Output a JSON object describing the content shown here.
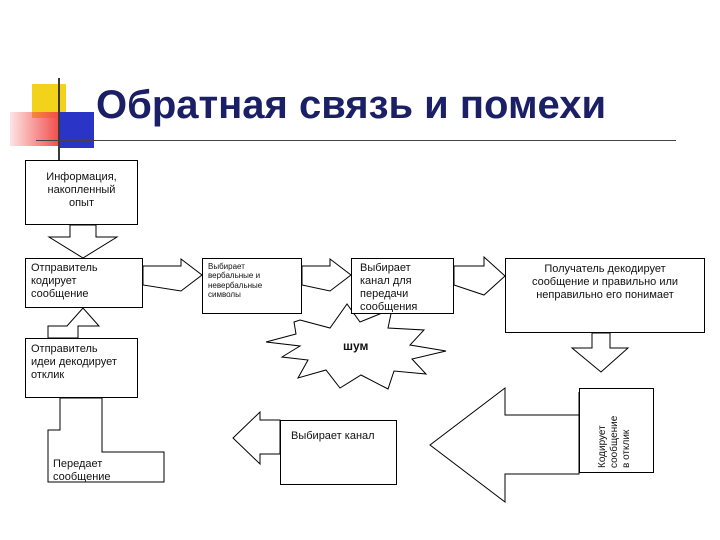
{
  "title": "Обратная связь и помехи",
  "nodes": {
    "info": "Информация,\nнакопленный\nопыт",
    "sender_encodes": "Отправитель\nкодирует\nсообщение",
    "chooses_symbols": "Выбирает\nвербальные и\nневербальные\nсимволы",
    "chooses_channel_send": "Выбирает\nканал для\nпередачи\nсообщения",
    "receiver_decodes": "Получатель декодирует\nсообщение и правильно или\nнеправильно его понимает",
    "noise": "шум",
    "sender_decodes_reply": "Отправитель\nидеи декодирует\nотклик",
    "encodes_reply": "Кодирует\nсообщение\nв отклик",
    "chooses_channel": "Выбирает канал",
    "transmits": "Передает\nсообщение"
  },
  "colors": {
    "title": "#1a1f66",
    "deco_yellow": "#f3d21c",
    "deco_red": "#f24a4a",
    "deco_blue": "#2a35c8"
  }
}
